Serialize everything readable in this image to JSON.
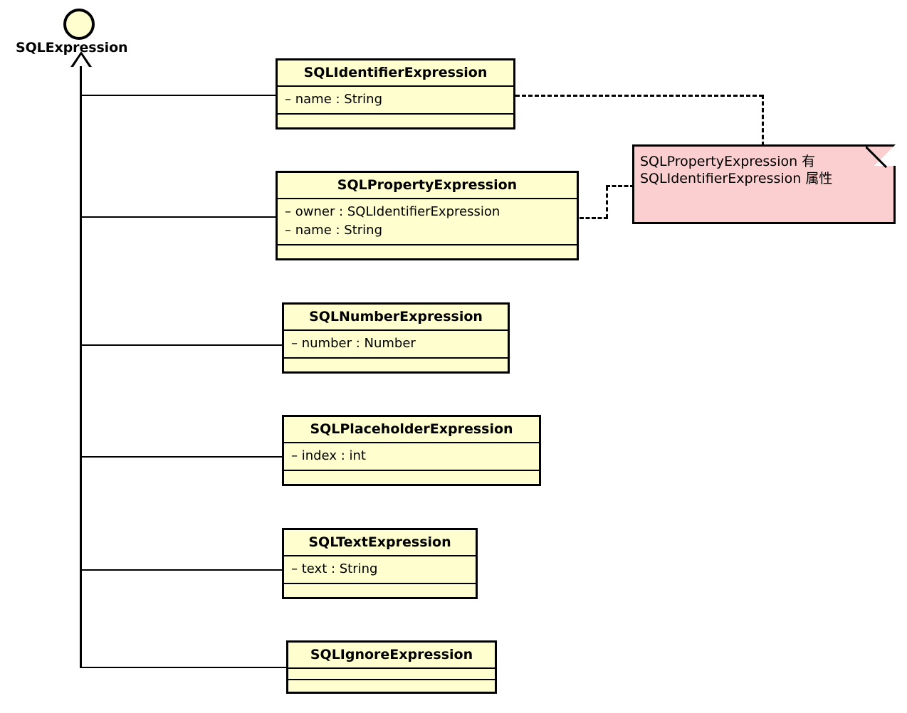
{
  "diagram": {
    "type": "uml-class-diagram",
    "interface": {
      "name": "SQLExpression",
      "icon": "interface-circle-icon"
    },
    "colors": {
      "class_fill": "#FEFECE",
      "note_fill": "#FBCFCF",
      "stroke": "#000000",
      "background": "#FFFFFF"
    },
    "classes": [
      {
        "name": "SQLIdentifierExpression",
        "attributes": [
          "– name : String"
        ],
        "operations": []
      },
      {
        "name": "SQLPropertyExpression",
        "attributes": [
          "– owner : SQLIdentifierExpression",
          "– name : String"
        ],
        "operations": []
      },
      {
        "name": "SQLNumberExpression",
        "attributes": [
          "– number : Number"
        ],
        "operations": []
      },
      {
        "name": "SQLPlaceholderExpression",
        "attributes": [
          "– index : int"
        ],
        "operations": []
      },
      {
        "name": "SQLTextExpression",
        "attributes": [
          "– text : String"
        ],
        "operations": []
      },
      {
        "name": "SQLIgnoreExpression",
        "attributes": [],
        "operations": []
      }
    ],
    "note": {
      "text": "SQLPropertyExpression 有\nSQLIdentifierExpression 属性",
      "line1": "SQLPropertyExpression 有",
      "line2": "SQLIdentifierExpression 属性"
    }
  }
}
